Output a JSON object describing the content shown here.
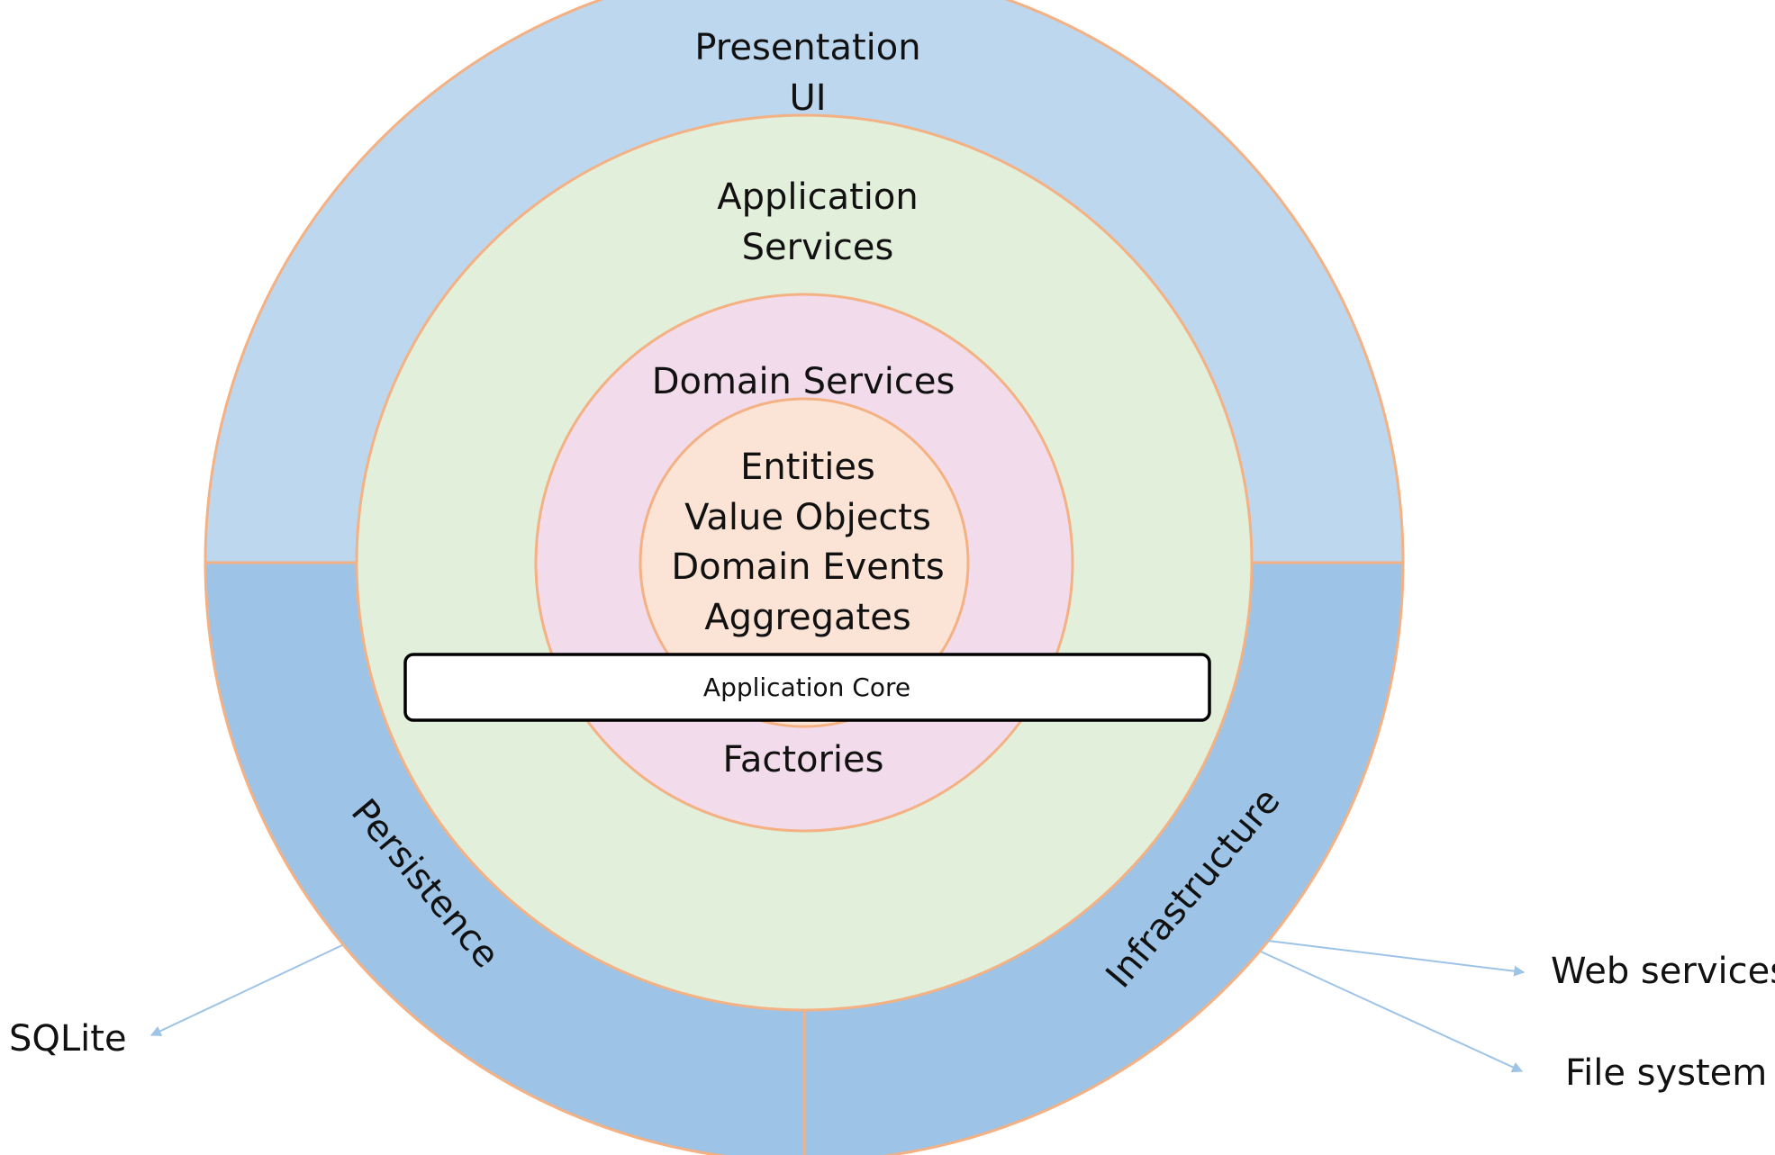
{
  "colors": {
    "presentation": "#bdd7ee",
    "persistence_infrastructure": "#9dc3e6",
    "application_services": "#e2efda",
    "domain_services": "#f2dceb",
    "domain_model": "#fbe4d5",
    "ring_stroke": "#f4b183",
    "connector": "#9dc3e6",
    "core_box_border": "#000000",
    "core_box_fill": "#ffffff"
  },
  "layers": {
    "presentation": [
      "Presentation",
      "UI"
    ],
    "application_services": [
      "Application",
      "Services"
    ],
    "domain_services": "Domain Services",
    "domain_model": [
      "Entities",
      "Value Objects",
      "Domain Events",
      "Aggregates"
    ],
    "factories": "Factories",
    "persistence": "Persistence",
    "infrastructure": "Infrastructure"
  },
  "core_box": {
    "label": "Application Core"
  },
  "external": {
    "sqlite": "SQLite",
    "web_services": "Web services",
    "file_system": "File system"
  }
}
